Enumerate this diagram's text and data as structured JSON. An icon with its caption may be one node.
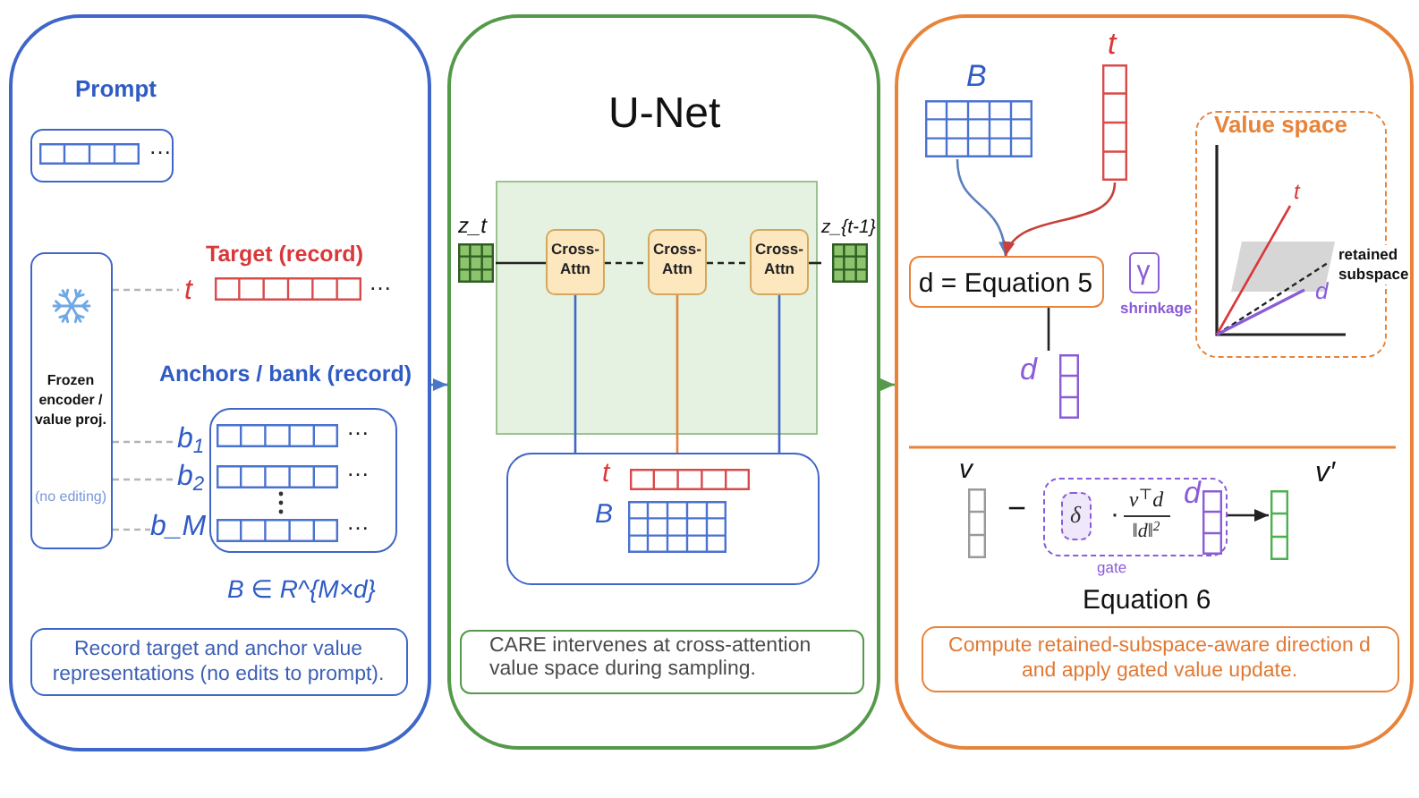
{
  "diagram": {
    "nodes": [
      {
        "text": [],
        "shape": "box"
      },
      {
        "text": [
          "Prompt",
          "…"
        ],
        "in": 0
      },
      {
        "text": [
          "Frozen encoder / value proj.",
          "(no editing)"
        ],
        "in": 0
      },
      {
        "text": [
          "Target (record)",
          "t",
          "…"
        ],
        "in": 0
      },
      {
        "text": [
          "…",
          "…",
          "…"
        ],
        "beside": [
          "Anchors / bank (record)",
          "B ∈ R^{M×d}"
        ],
        "in": 0
      },
      {
        "text": [
          "b$_{1}$"
        ],
        "in": 0
      },
      {
        "text": [
          "b$_{2}$"
        ],
        "in": 0
      },
      {
        "text": [
          "b_M"
        ],
        "in": 0
      },
      {
        "text": [
          "Record target and anchor value representations (no edits to prompt)."
        ],
        "in": 0
      },
      {
        "text": [
          "U-Net"
        ]
      },
      {
        "text": [],
        "shape": "box",
        "in": 9
      },
      {
        "text": [
          "z_t"
        ],
        "in": 9
      },
      {
        "text": [
          "Cross- Attn"
        ],
        "in": 10
      },
      {
        "text": [
          "Cross- Attn"
        ],
        "in": 10
      },
      {
        "text": [
          "Cross- Attn"
        ],
        "in": 10
      },
      {
        "text": [
          "z_{t-1}"
        ],
        "in": 9
      },
      {
        "text": [
          "t",
          "B"
        ],
        "in": 9
      },
      {
        "text": [
          "CARE intervenes at cross-attention value space during sampling."
        ],
        "in": 9
      },
      {
        "text": [],
        "shape": "box"
      },
      {
        "text": [
          "B"
        ],
        "in": 18
      },
      {
        "text": [
          "t"
        ],
        "in": 18
      },
      {
        "text": [
          "d = Equation 5"
        ],
        "in": 18
      },
      {
        "text": [
          "γ"
        ],
        "beside": [
          "shrinkage"
        ],
        "in": 18
      },
      {
        "text": [
          "d"
        ],
        "in": 18
      },
      {
        "text": [
          "Value space"
        ],
        "in": 18
      },
      {
        "text": [
          "v"
        ],
        "in": 18
      },
      {
        "text": [
          "·",
          "v$^{⊤}$d",
          "‖d‖$^{2}$",
          "d"
        ],
        "beside": [
          "gate"
        ],
        "in": 18
      },
      {
        "text": [
          "δ"
        ],
        "in": 26
      },
      {
        "text": [
          "v′"
        ],
        "in": 18
      },
      {
        "text": [
          "Compute retained-subspace-aware direction d and apply gated value update."
        ],
        "in": 18
      }
    ],
    "edges": [
      {
        "from": 2,
        "to": 3,
        "arrow": "none",
        "style": "dashed",
        "color": "#b5b5b5"
      },
      {
        "from": 2,
        "to": 5,
        "arrow": "none",
        "style": "dashed",
        "color": "#b5b5b5"
      },
      {
        "from": 2,
        "to": 6,
        "arrow": "none",
        "style": "dashed",
        "color": "#b5b5b5"
      },
      {
        "from": 2,
        "to": 7,
        "arrow": "none",
        "style": "dashed",
        "color": "#b5b5b5"
      },
      {
        "from": 0,
        "to": 9,
        "arrow": "to",
        "color": "#4a78c8"
      },
      {
        "from": 11,
        "to": 12,
        "arrow": "none"
      },
      {
        "from": 12,
        "to": 13,
        "arrow": "none",
        "style": "dashed"
      },
      {
        "from": 13,
        "to": 14,
        "arrow": "none",
        "style": "dashed"
      },
      {
        "from": 14,
        "to": 15,
        "arrow": "none"
      },
      {
        "from": 12,
        "to": 16,
        "arrow": "none",
        "color": "#3f66c8"
      },
      {
        "from": 13,
        "to": 16,
        "arrow": "none",
        "color": "#e8833a"
      },
      {
        "from": 14,
        "to": 16,
        "arrow": "none",
        "color": "#3f66c8"
      },
      {
        "from": 9,
        "to": 18,
        "arrow": "to",
        "color": "#55994a"
      },
      {
        "from": 19,
        "to": 21,
        "arrow": "to",
        "color": "#5b7fc0"
      },
      {
        "from": 20,
        "to": 21,
        "arrow": "to",
        "color": "#c8403a"
      },
      {
        "from": 21,
        "to": 23,
        "arrow": "none"
      },
      {
        "from": 26,
        "to": 28,
        "arrow": "to"
      }
    ],
    "labels": [
      "t",
      "retained subspace",
      "d",
      "−",
      "Equation 6"
    ]
  }
}
